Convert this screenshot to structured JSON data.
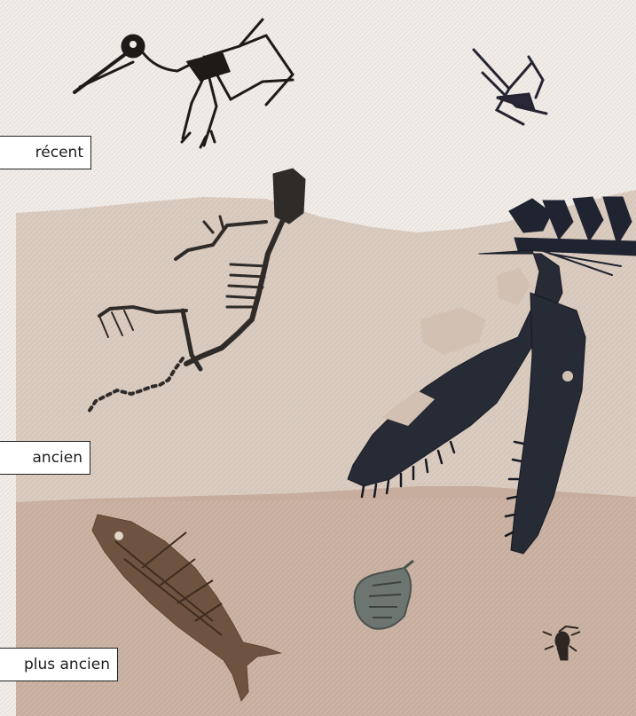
{
  "labels": {
    "recent": "récent",
    "ancient": "ancien",
    "oldest": "plus ancien"
  },
  "layers": [
    {
      "name": "top-layer",
      "color": "#f1ede9"
    },
    {
      "name": "middle-layer",
      "color": "#d7c7bb"
    },
    {
      "name": "bottom-layer",
      "color": "#c6ad9d"
    }
  ],
  "fossils": [
    {
      "name": "pterosaur-skeleton-icon"
    },
    {
      "name": "small-bird-skeleton-icon"
    },
    {
      "name": "mammal-skeleton-icon"
    },
    {
      "name": "dinosaur-skull-icon"
    },
    {
      "name": "dinosaur-vertebrae-icon"
    },
    {
      "name": "fish-fossil-icon"
    },
    {
      "name": "trilobite-fossil-icon"
    },
    {
      "name": "insect-fossil-icon"
    }
  ]
}
